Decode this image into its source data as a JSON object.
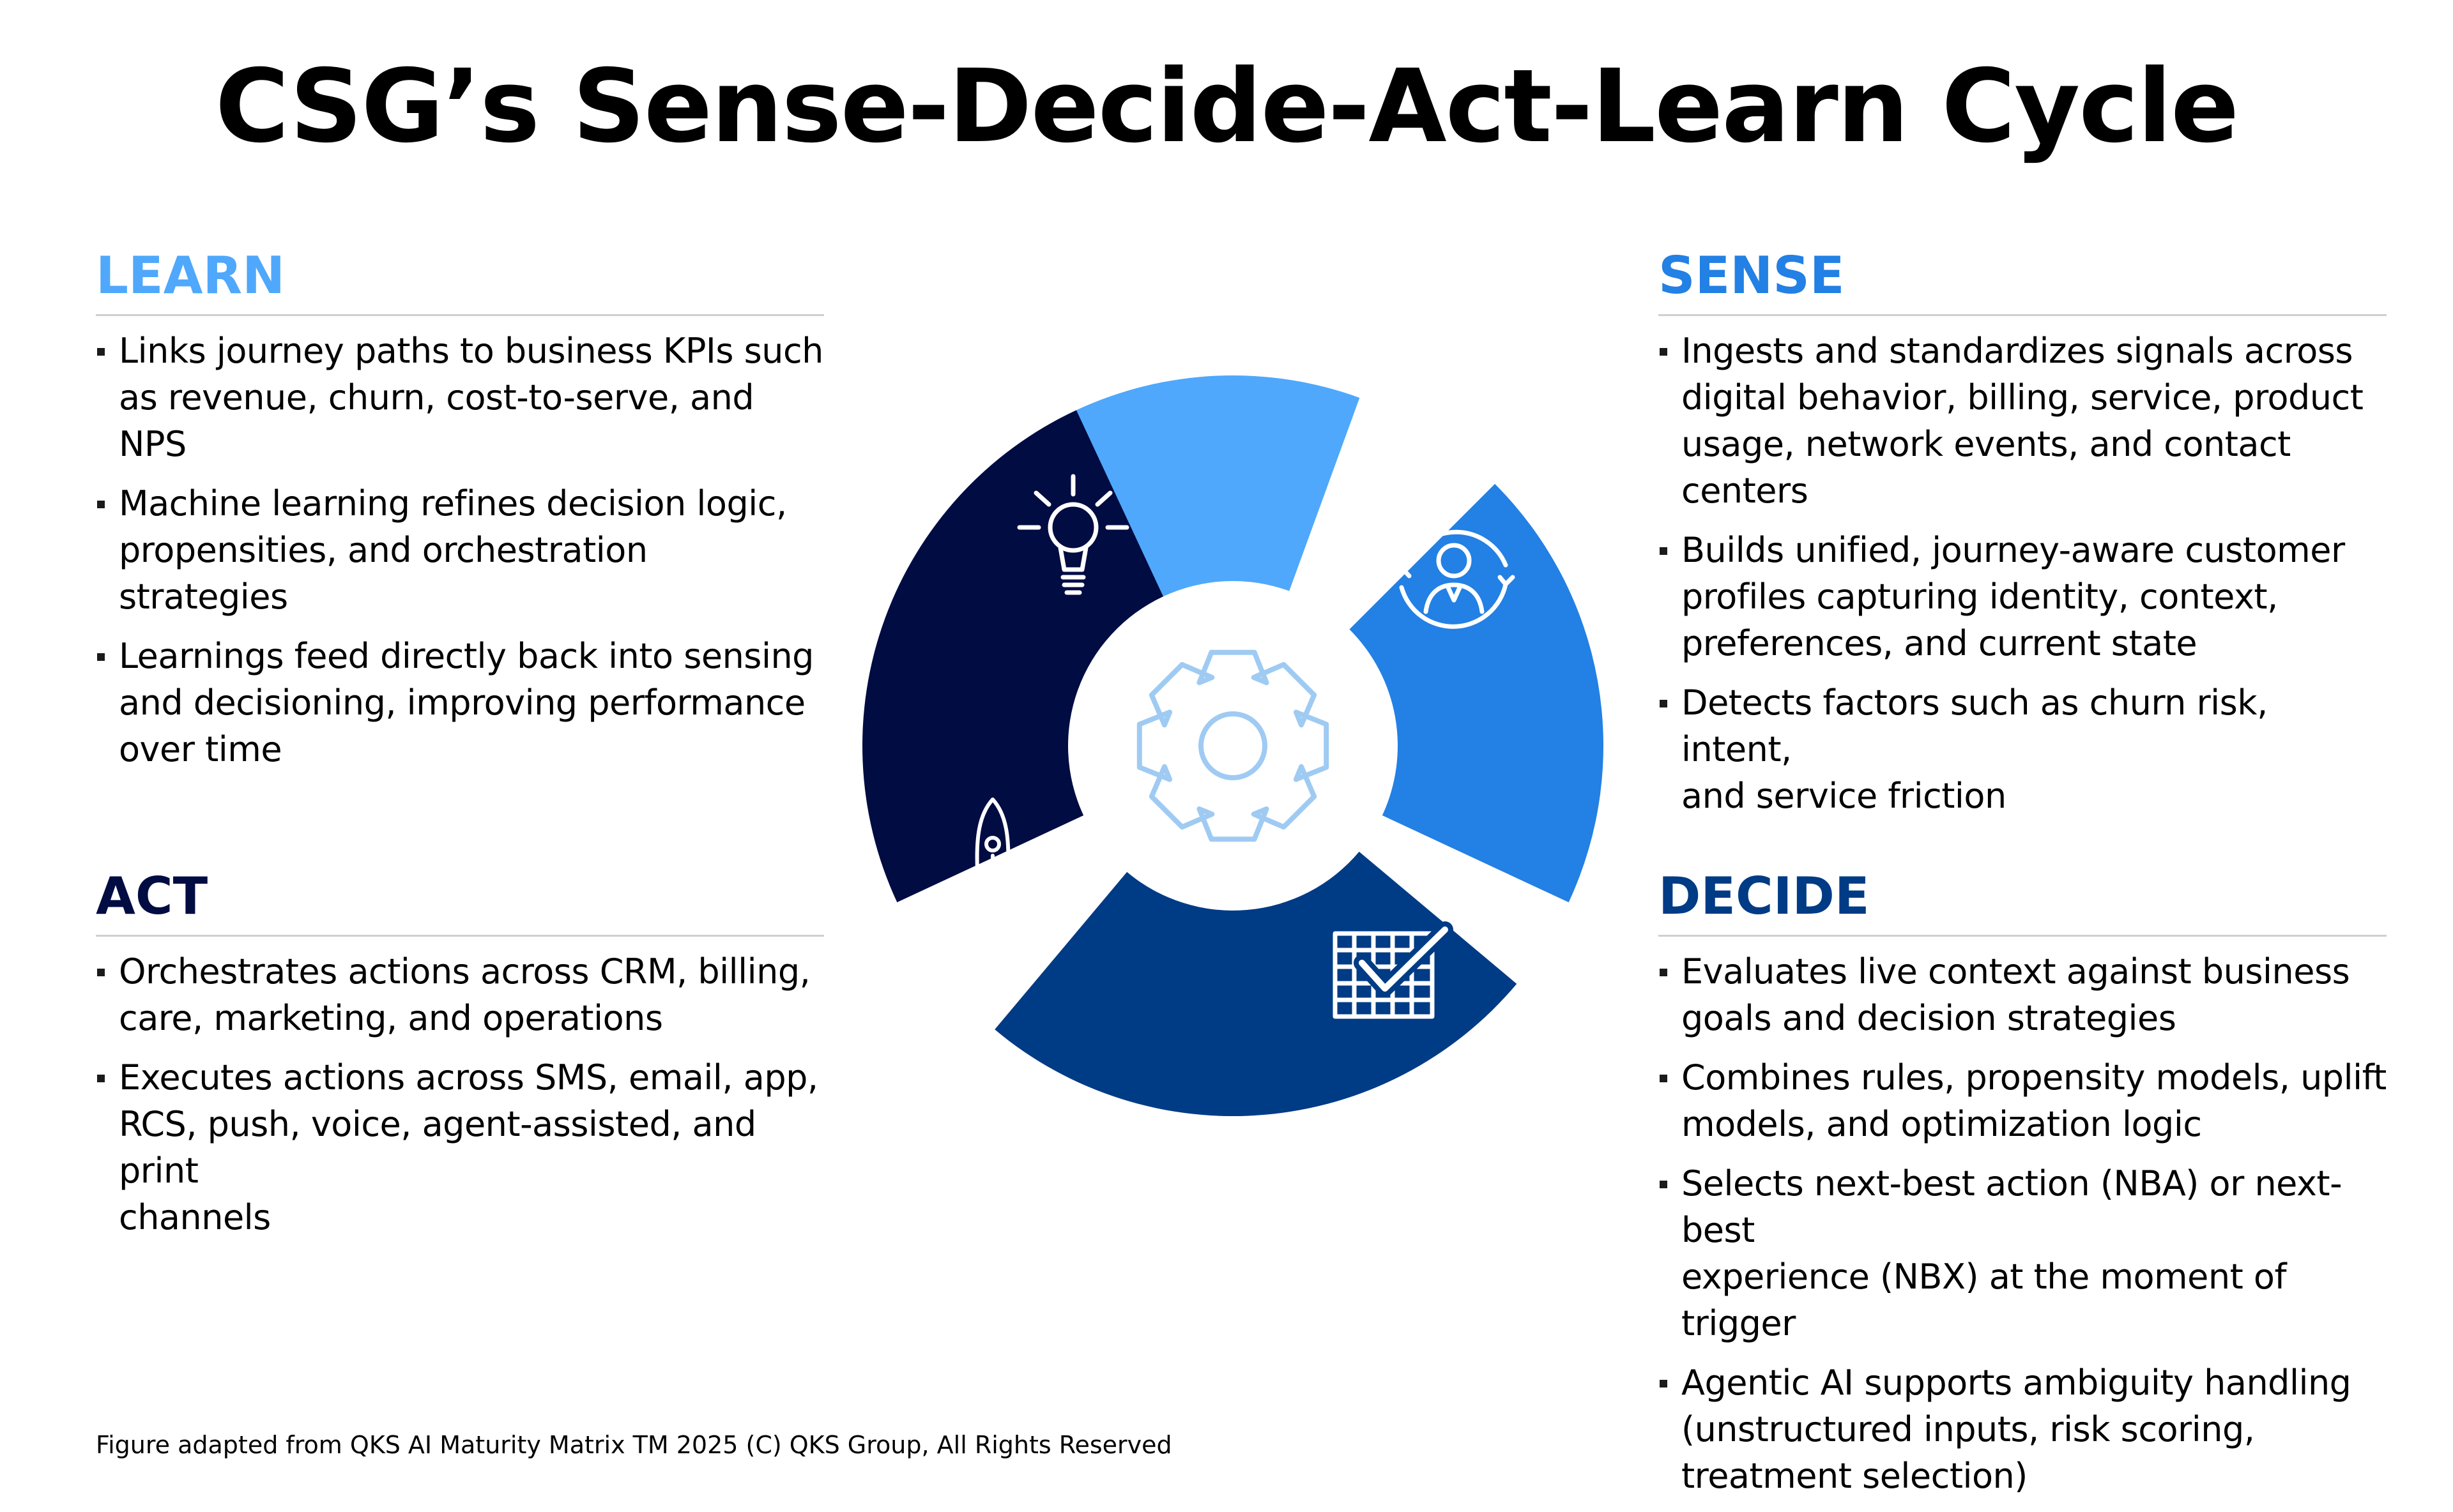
{
  "title": "CSG’s Sense-Decide-Act-Learn Cycle",
  "colors": {
    "learn": "#4fa8fb",
    "sense": "#2380e4",
    "decide": "#003b85",
    "act": "#010c42",
    "gear": "#9fcbf3"
  },
  "icons": {
    "learn": "lightbulb-icon",
    "sense": "person-cycle-icon",
    "decide": "checklist-grid-icon",
    "act": "rocket-icon",
    "center": "gear-icon"
  },
  "learn": {
    "heading": "LEARN",
    "bullets": [
      [
        "Links journey paths to business KPIs such",
        "as revenue, churn, cost-to-serve, and NPS"
      ],
      [
        "Machine learning refines decision logic,",
        "propensities, and orchestration strategies"
      ],
      [
        "Learnings feed directly back into sensing",
        "and decisioning, improving performance",
        "over time"
      ]
    ]
  },
  "sense": {
    "heading": "SENSE",
    "bullets": [
      [
        "Ingests and standardizes signals across",
        "digital behavior, billing, service, product",
        "usage, network events, and contact centers"
      ],
      [
        "Builds unified, journey-aware customer",
        "profiles capturing identity, context,",
        "preferences, and current state"
      ],
      [
        "Detects factors such as churn risk, intent,",
        "and service friction"
      ]
    ]
  },
  "act": {
    "heading": "ACT",
    "bullets": [
      [
        "Orchestrates actions across CRM, billing,",
        "care, marketing, and operations"
      ],
      [
        "Executes actions across SMS, email, app,",
        "RCS, push, voice, agent-assisted, and print",
        "channels"
      ]
    ]
  },
  "decide": {
    "heading": "DECIDE",
    "bullets": [
      [
        "Evaluates live context against business",
        "goals and decision strategies"
      ],
      [
        "Combines rules, propensity models, uplift",
        "models, and optimization logic"
      ],
      [
        "Selects next-best action (NBA) or next-best",
        "experience (NBX) at the moment of trigger"
      ],
      [
        "Agentic AI supports ambiguity handling",
        "(unstructured inputs, risk scoring,",
        "treatment selection)"
      ]
    ]
  },
  "footnote": "Figure adapted from QKS AI Maturity Matrix TM   2025 (C) QKS Group, All Rights Reserved"
}
